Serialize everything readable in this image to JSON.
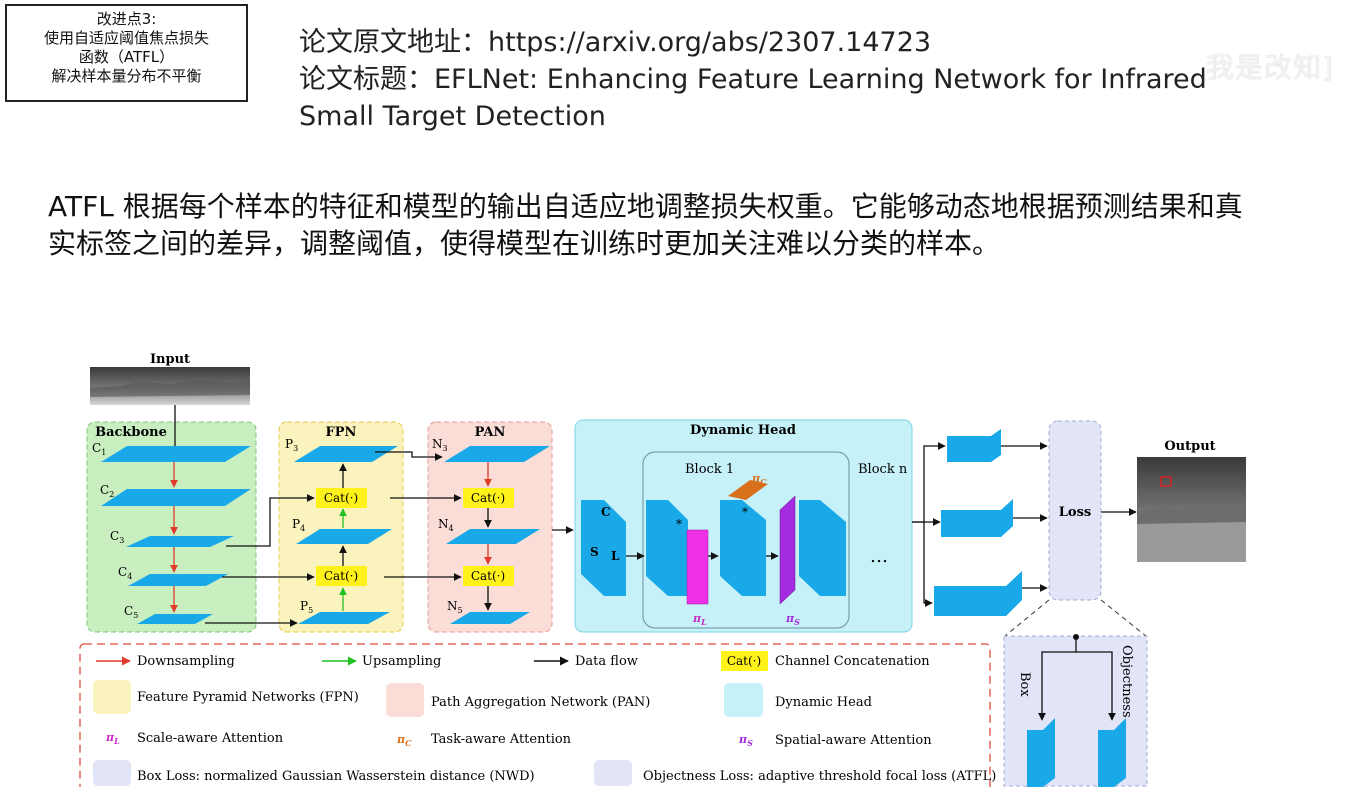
{
  "note": {
    "line1": "改进点3:",
    "line2": "使用自适应阈值焦点损失",
    "line3": "函数（ATFL）",
    "line4": "解决样本量分布不平衡"
  },
  "header": {
    "address": "论文原文地址：https://arxiv.org/abs/2307.14723",
    "title_line1": "论文标题：EFLNet: Enhancing Feature Learning Network for Infrared",
    "title_line2": "Small Target Detection"
  },
  "watermark": "我是改知]",
  "description": {
    "line1": "ATFL 根据每个样本的特征和模型的输出自适应地调整损失权重。它能够动态地根据预测结果和真",
    "line2": "实标签之间的差异，调整阈值，使得模型在训练时更加关注难以分类的样本。"
  },
  "figure": {
    "input_label": "Input",
    "backbone_label": "Backbone",
    "backbone_levels": [
      "C",
      "C",
      "C",
      "C",
      "C"
    ],
    "backbone_subs": [
      "1",
      "2",
      "3",
      "4",
      "5"
    ],
    "fpn_label": "FPN",
    "fpn_levels": [
      "P",
      "P",
      "P"
    ],
    "fpn_subs": [
      "3",
      "4",
      "5"
    ],
    "pan_label": "PAN",
    "pan_levels": [
      "N",
      "N",
      "N"
    ],
    "pan_subs": [
      "3",
      "4",
      "5"
    ],
    "cat_label": "Cat(·)",
    "head_label": "Dynamic Head",
    "block1_label": "Block 1",
    "blockn_label": "Block n",
    "pi_c": "π",
    "pi_c_sub": "C",
    "pi_l": "π",
    "pi_l_sub": "L",
    "pi_s": "π",
    "pi_s_sub": "S",
    "axis_c": "C",
    "axis_s": "S",
    "axis_l": "L",
    "star": "*",
    "ellipsis": "…",
    "loss_label": "Loss",
    "output_label": "Output",
    "box_label": "Box",
    "objectness_label": "Objectness",
    "legend": {
      "downsampling": "Downsampling",
      "upsampling": "Upsampling",
      "data_flow": "Data flow",
      "cat_symbol": "Cat(·)",
      "channel_concat": "Channel Concatenation",
      "fpn": "Feature Pyramid Networks (FPN)",
      "pan": "Path Aggregation Network (PAN)",
      "dynamic_head": "Dynamic Head",
      "scale_attention": "Scale-aware Attention",
      "task_attention": "Task-aware Attention",
      "spatial_attention": "Spatial-aware Attention",
      "box_loss": "Box Loss: normalized Gaussian Wasserstein distance (NWD)",
      "obj_loss": "Objectness Loss: adaptive threshold focal loss (ATFL)"
    }
  },
  "colors": {
    "backbone_bg": "#c9efc0",
    "fpn_bg": "#fbf3bd",
    "pan_bg": "#f9ddd6",
    "head_bg": "#c6f1f8",
    "feature_blue": "#1aa9e8",
    "cat_yellow": "#fff21a",
    "loss_bg": "#e2e4f7",
    "down_arrow": "#e03a2a",
    "up_arrow": "#21c021",
    "scale_magenta": "#ee2fe6",
    "spatial_purple": "#a52be0",
    "task_orange": "#d8701c"
  }
}
